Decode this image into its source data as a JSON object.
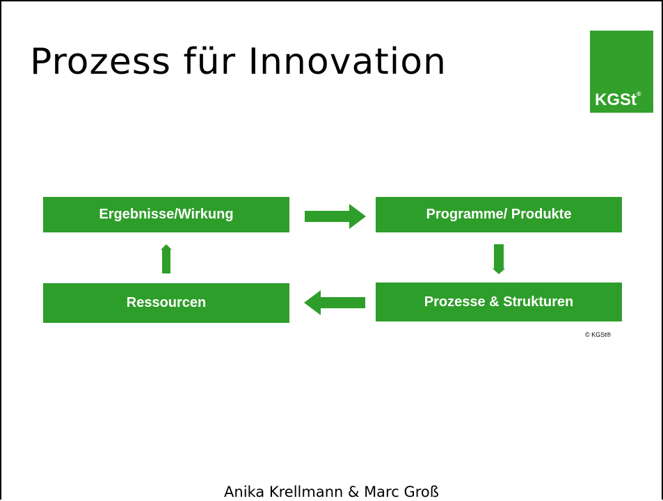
{
  "slide": {
    "title": "Prozess für Innovation",
    "logo_text": "KGSt",
    "logo_mark": "®",
    "copyright": "© KGSt®",
    "footer": "Anika Krellmann & Marc Groß"
  },
  "diagram": {
    "nodes": {
      "ergebnisse": "Ergebnisse/Wirkung",
      "programme": "Programme/ Produkte",
      "prozesse": "Prozesse & Strukturen",
      "ressourcen": "Ressourcen"
    },
    "flow": [
      {
        "from": "ergebnisse",
        "to": "programme",
        "direction": "right"
      },
      {
        "from": "programme",
        "to": "prozesse",
        "direction": "down"
      },
      {
        "from": "prozesse",
        "to": "ressourcen",
        "direction": "left"
      },
      {
        "from": "ressourcen",
        "to": "ergebnisse",
        "direction": "up"
      }
    ]
  },
  "colors": {
    "green": "#2e9e2a",
    "logo_green": "#33a02c",
    "text_on_green": "#ffffff"
  }
}
